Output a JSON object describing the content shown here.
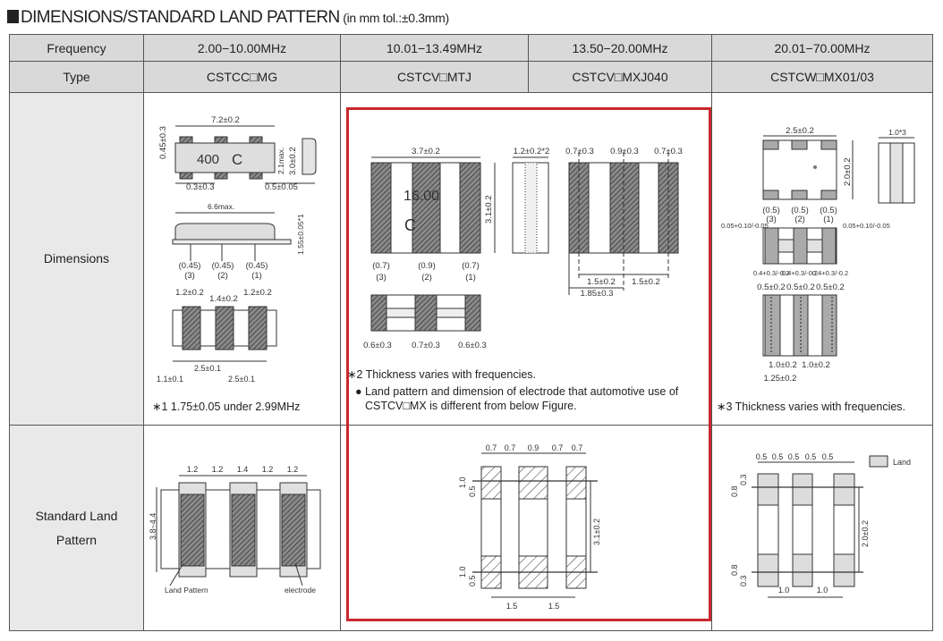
{
  "title": {
    "main": "DIMENSIONS/STANDARD LAND PATTERN",
    "sub": " (in mm  tol.:±0.3mm)"
  },
  "table": {
    "row_labels": {
      "frequency": "Frequency",
      "type": "Type",
      "dimensions": "Dimensions",
      "land": "Standard Land Pattern"
    },
    "frequencies": [
      "2.00−10.00MHz",
      "10.01−13.49MHz",
      "13.50−20.00MHz",
      "20.01−70.00MHz"
    ],
    "types": [
      "CSTCC□MG",
      "CSTCV□MTJ",
      "CSTCV□MXJ040",
      "CSTCW□MX01/03"
    ]
  },
  "col1": {
    "dims": [
      "7.2±0.2",
      "0.45±0.3",
      "2.1max.",
      "3.0±0.2",
      "0.3±0.3",
      "0.5±0.05",
      "6.6max.",
      "1.55±0.05*1",
      "(0.45)",
      "(0.45)",
      "(0.45)",
      "(3)",
      "(2)",
      "(1)",
      "1.2±0.2",
      "1.4±0.2",
      "1.2±0.2",
      "2.5±0.1",
      "1.1±0.1",
      "2.5±0.1"
    ],
    "marking": "400",
    "note": "∗1 1.75±0.05 under 2.99MHz",
    "land": [
      "1.2",
      "1.2",
      "1.4",
      "1.2",
      "1.2",
      "3.8~4.4",
      "Land Pattern",
      "electrode"
    ]
  },
  "col2": {
    "dims": [
      "3.7±0.2",
      "3.1±0.2",
      "(0.7)",
      "(0.9)",
      "(0.7)",
      "(3)",
      "(2)",
      "(1)",
      "1.2±0.2*2",
      "0.7±0.3",
      "0.9±0.3",
      "0.7±0.3",
      "1.5±0.2",
      "1.5±0.2",
      "1.85±0.3",
      "0.6±0.3",
      "0.7±0.3",
      "0.6±0.3"
    ],
    "marking": "16.00",
    "note1": "∗2 Thickness varies with frequencies.",
    "note2": "Land pattern and dimension of electrode that automotive use of CSTCV□MX is different from below Figure.",
    "land": [
      "0.7",
      "0.7",
      "0.9",
      "0.7",
      "0.7",
      "1.0",
      "0.5",
      "1.0",
      "0.5",
      "3.1±0.2",
      "1.5",
      "1.5"
    ]
  },
  "col4": {
    "dims": [
      "2.5±0.2",
      "2.0±0.2",
      "1.0*3",
      "(0.5)",
      "(0.5)",
      "(0.5)",
      "(3)",
      "(2)",
      "(1)",
      "0.05+0.10/-0.05",
      "0.05+0.10/-0.05",
      "0.4+0.3/-0.2",
      "0.4+0.3/-0.2",
      "0.4+0.3/-0.2",
      "0.5±0.2",
      "0.5±0.2",
      "0.5±0.2",
      "1.0±0.2",
      "1.0±0.2",
      "1.25±0.2"
    ],
    "note": "∗3 Thickness varies with frequencies.",
    "land": [
      "0.5",
      "0.5",
      "0.5",
      "0.5",
      "0.5",
      "Land",
      "0.8",
      "0.3",
      "0.8",
      "0.3",
      "2.0±0.2",
      "1.0",
      "1.0"
    ]
  },
  "colors": {
    "highlight": "#c8282e",
    "header": "#d9d9d9",
    "land": "#d8d8d8",
    "electrode": "#9a9a9a"
  }
}
